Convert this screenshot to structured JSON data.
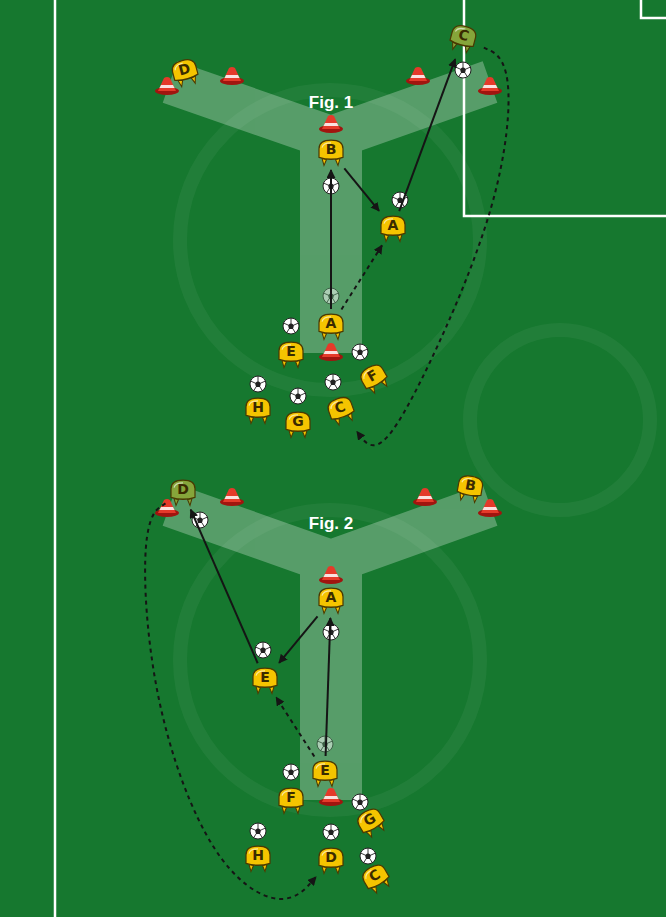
{
  "diagram": {
    "nodes": [
      {
        "text": [
          "D"
        ]
      },
      {
        "text": [
          "C"
        ]
      },
      {
        "text": [
          "B"
        ]
      },
      {
        "text": [
          "A"
        ]
      },
      {
        "text": [
          "A"
        ]
      },
      {
        "text": [
          "E"
        ]
      },
      {
        "text": [
          "F"
        ]
      },
      {
        "text": [
          "H"
        ]
      },
      {
        "text": [
          "G"
        ]
      },
      {
        "text": [
          "C"
        ]
      },
      {
        "text": [
          "D"
        ]
      },
      {
        "text": [
          "B"
        ]
      },
      {
        "text": [
          "A"
        ]
      },
      {
        "text": [
          "E"
        ]
      },
      {
        "text": [
          "E"
        ]
      },
      {
        "text": [
          "F"
        ]
      },
      {
        "text": [
          "G"
        ]
      },
      {
        "text": [
          "H"
        ]
      },
      {
        "text": [
          "D"
        ]
      },
      {
        "text": [
          "C"
        ]
      }
    ],
    "edges": [
      {
        "from": 4,
        "to": 2,
        "arrow": "to"
      },
      {
        "from": 2,
        "to": 3,
        "arrow": "to"
      },
      {
        "from": 4,
        "to": 3,
        "arrow": "to"
      },
      {
        "from": 3,
        "to": 1,
        "arrow": "to"
      },
      {
        "from": 1,
        "to": 9,
        "arrow": "to"
      },
      {
        "from": 14,
        "to": 12,
        "arrow": "to"
      },
      {
        "from": 12,
        "to": 13,
        "arrow": "to"
      },
      {
        "from": 14,
        "to": 13,
        "arrow": "to"
      },
      {
        "from": 13,
        "to": 10,
        "arrow": "to"
      },
      {
        "from": 10,
        "to": 18,
        "arrow": "to"
      }
    ],
    "labels": [
      "Fig. 1",
      "Fig. 2"
    ]
  }
}
